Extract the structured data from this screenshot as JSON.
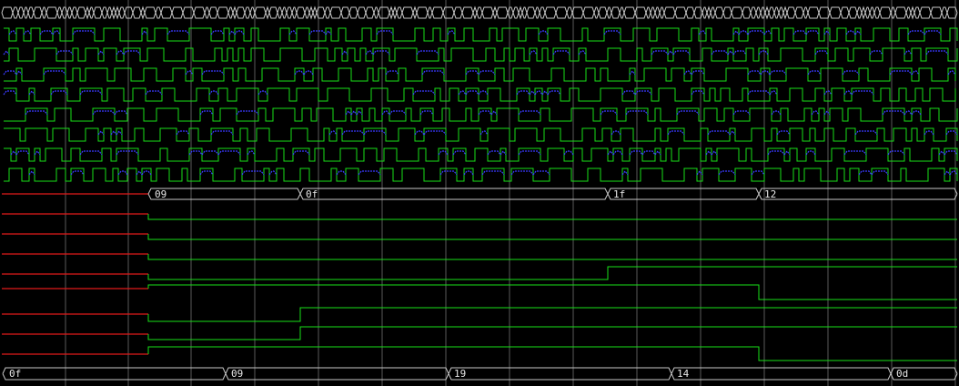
{
  "colors": {
    "background": "#000000",
    "grid": "#5a5a5a",
    "signal_high": "#19e019",
    "signal_bus": "#c8c8c8",
    "signal_alt": "#3a3aff",
    "signal_undefined": "#e01919",
    "bus_text": "#e8e8e8"
  },
  "waveform": {
    "top_bus_label": "",
    "mid_bus": {
      "name": "",
      "values": [
        "09",
        "0f",
        "1f",
        "12"
      ]
    },
    "bottom_bus": {
      "name": "",
      "values": [
        "0f",
        "09",
        "19",
        "14",
        "0d"
      ]
    }
  }
}
